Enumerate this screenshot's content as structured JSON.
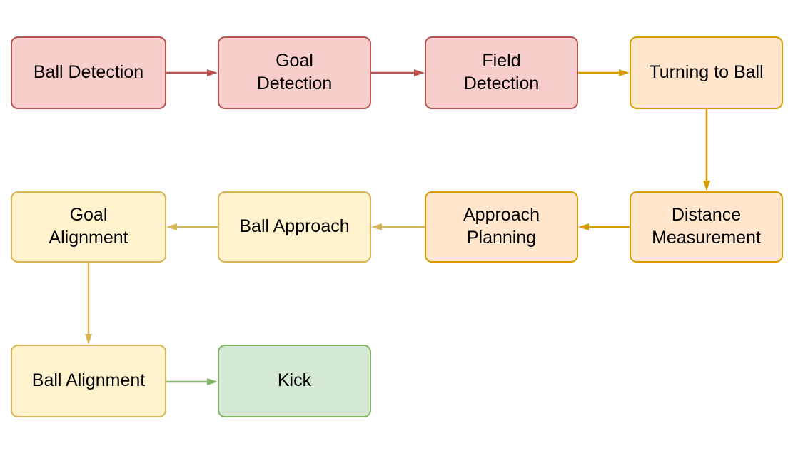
{
  "diagram": {
    "type": "flowchart",
    "background_color": "#ffffff",
    "text_color": "#000000",
    "palette": {
      "detection_fill": "#F8CECC",
      "detection_stroke": "#B85450",
      "measurement_fill": "#FFE6CC",
      "measurement_stroke": "#D79B00",
      "alignment_fill": "#FFF2CC",
      "alignment_stroke": "#D6B656",
      "action_fill": "#D5E8D4",
      "action_stroke": "#82B366"
    },
    "nodes": [
      {
        "id": "ball-detection",
        "label": "Ball Detection",
        "fill": "#F8CECC",
        "stroke": "#B85450"
      },
      {
        "id": "goal-detection",
        "label": "Goal\nDetection",
        "fill": "#F8CECC",
        "stroke": "#B85450"
      },
      {
        "id": "field-detection",
        "label": "Field\nDetection",
        "fill": "#F8CECC",
        "stroke": "#B85450"
      },
      {
        "id": "turning-to-ball",
        "label": "Turning to Ball",
        "fill": "#FFE6CC",
        "stroke": "#D79B00"
      },
      {
        "id": "distance-measurement",
        "label": "Distance\nMeasurement",
        "fill": "#FFE6CC",
        "stroke": "#D79B00"
      },
      {
        "id": "approach-planning",
        "label": "Approach\nPlanning",
        "fill": "#FFE6CC",
        "stroke": "#D79B00"
      },
      {
        "id": "ball-approach",
        "label": "Ball Approach",
        "fill": "#FFF2CC",
        "stroke": "#D6B656"
      },
      {
        "id": "goal-alignment",
        "label": "Goal\nAlignment",
        "fill": "#FFF2CC",
        "stroke": "#D6B656"
      },
      {
        "id": "ball-alignment",
        "label": "Ball Alignment",
        "fill": "#FFF2CC",
        "stroke": "#D6B656"
      },
      {
        "id": "kick",
        "label": "Kick",
        "fill": "#D5E8D4",
        "stroke": "#82B366"
      }
    ],
    "edges": [
      {
        "from": "ball-detection",
        "to": "goal-detection",
        "direction": "right",
        "color": "#B85450"
      },
      {
        "from": "goal-detection",
        "to": "field-detection",
        "direction": "right",
        "color": "#B85450"
      },
      {
        "from": "field-detection",
        "to": "turning-to-ball",
        "direction": "right",
        "color": "#D79B00"
      },
      {
        "from": "turning-to-ball",
        "to": "distance-measurement",
        "direction": "down",
        "color": "#D79B00"
      },
      {
        "from": "distance-measurement",
        "to": "approach-planning",
        "direction": "left",
        "color": "#D79B00"
      },
      {
        "from": "approach-planning",
        "to": "ball-approach",
        "direction": "left",
        "color": "#D6B656"
      },
      {
        "from": "ball-approach",
        "to": "goal-alignment",
        "direction": "left",
        "color": "#D6B656"
      },
      {
        "from": "goal-alignment",
        "to": "ball-alignment",
        "direction": "down",
        "color": "#D6B656"
      },
      {
        "from": "ball-alignment",
        "to": "kick",
        "direction": "right",
        "color": "#82B366"
      }
    ]
  }
}
